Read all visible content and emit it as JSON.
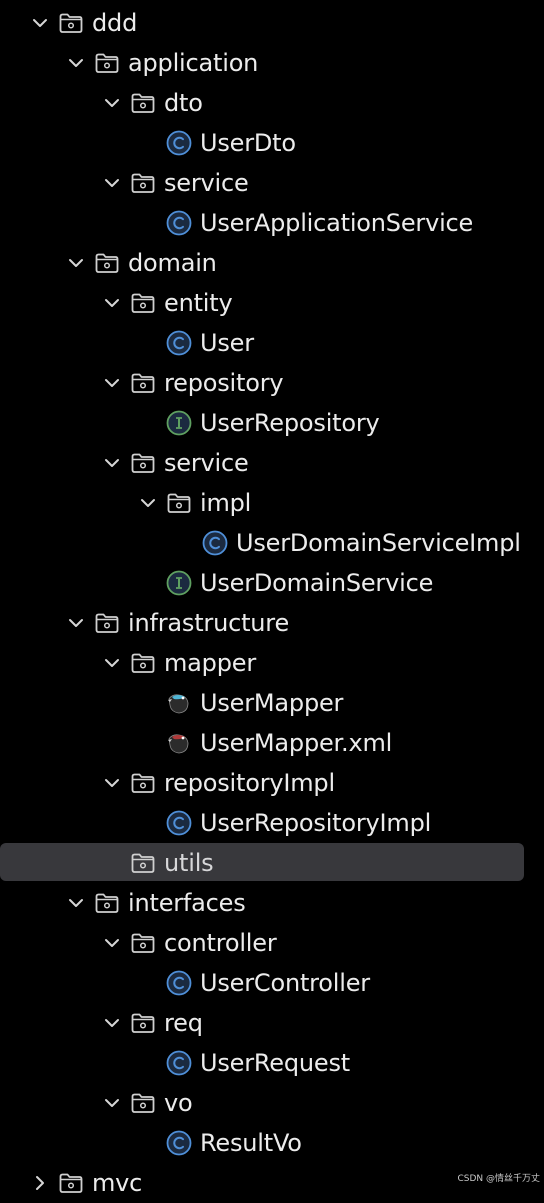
{
  "tree": [
    {
      "label": "ddd",
      "type": "folder",
      "depth": 0,
      "state": "expanded"
    },
    {
      "label": "application",
      "type": "folder",
      "depth": 1,
      "state": "expanded"
    },
    {
      "label": "dto",
      "type": "folder",
      "depth": 2,
      "state": "expanded"
    },
    {
      "label": "UserDto",
      "type": "class",
      "depth": 3,
      "state": "leaf"
    },
    {
      "label": "service",
      "type": "folder",
      "depth": 2,
      "state": "expanded"
    },
    {
      "label": "UserApplicationService",
      "type": "class",
      "depth": 3,
      "state": "leaf"
    },
    {
      "label": "domain",
      "type": "folder",
      "depth": 1,
      "state": "expanded"
    },
    {
      "label": "entity",
      "type": "folder",
      "depth": 2,
      "state": "expanded"
    },
    {
      "label": "User",
      "type": "class",
      "depth": 3,
      "state": "leaf"
    },
    {
      "label": "repository",
      "type": "folder",
      "depth": 2,
      "state": "expanded"
    },
    {
      "label": "UserRepository",
      "type": "interface",
      "depth": 3,
      "state": "leaf"
    },
    {
      "label": "service",
      "type": "folder",
      "depth": 2,
      "state": "expanded"
    },
    {
      "label": "impl",
      "type": "folder",
      "depth": 3,
      "state": "expanded"
    },
    {
      "label": "UserDomainServiceImpl",
      "type": "class",
      "depth": 4,
      "state": "leaf"
    },
    {
      "label": "UserDomainService",
      "type": "interface",
      "depth": 3,
      "state": "leaf"
    },
    {
      "label": "infrastructure",
      "type": "folder",
      "depth": 1,
      "state": "expanded"
    },
    {
      "label": "mapper",
      "type": "folder",
      "depth": 2,
      "state": "expanded"
    },
    {
      "label": "UserMapper",
      "type": "mybatis-mapper",
      "depth": 3,
      "state": "leaf"
    },
    {
      "label": "UserMapper.xml",
      "type": "mybatis-xml",
      "depth": 3,
      "state": "leaf"
    },
    {
      "label": "repositoryImpl",
      "type": "folder",
      "depth": 2,
      "state": "expanded"
    },
    {
      "label": "UserRepositoryImpl",
      "type": "class",
      "depth": 3,
      "state": "leaf"
    },
    {
      "label": "utils",
      "type": "folder",
      "depth": 2,
      "state": "leaf",
      "selected": true
    },
    {
      "label": "interfaces",
      "type": "folder",
      "depth": 1,
      "state": "expanded"
    },
    {
      "label": "controller",
      "type": "folder",
      "depth": 2,
      "state": "expanded"
    },
    {
      "label": "UserController",
      "type": "class",
      "depth": 3,
      "state": "leaf"
    },
    {
      "label": "req",
      "type": "folder",
      "depth": 2,
      "state": "expanded"
    },
    {
      "label": "UserRequest",
      "type": "class",
      "depth": 3,
      "state": "leaf"
    },
    {
      "label": "vo",
      "type": "folder",
      "depth": 2,
      "state": "expanded"
    },
    {
      "label": "ResultVo",
      "type": "class",
      "depth": 3,
      "state": "leaf"
    },
    {
      "label": "mvc",
      "type": "folder",
      "depth": 0,
      "state": "collapsed"
    }
  ],
  "watermark": "CSDN @情丝千万丈",
  "colors": {
    "background": "#000000",
    "selection": "#38383c",
    "text": "#ececec",
    "class_icon": "#4f8fd8",
    "interface_icon": "#5fa061",
    "folder_icon": "#d0d0d0"
  }
}
